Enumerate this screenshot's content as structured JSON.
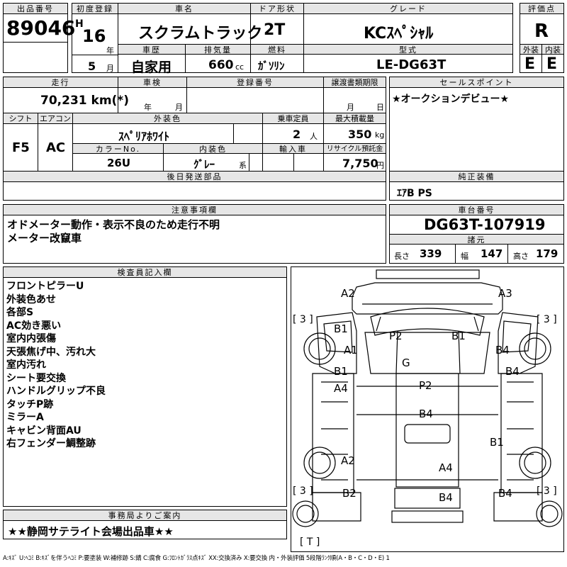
{
  "header": {
    "lot_no_label": "出品番号",
    "lot_no": "89046",
    "first_reg_label": "初度登録",
    "era": "H",
    "year": "16",
    "year_unit": "年",
    "month": "5",
    "month_unit": "月",
    "car_name_label": "車名",
    "car_name": "スクラムトラック",
    "door_label": "ドア形状",
    "door": "2T",
    "grade_label": "グレード",
    "grade": "KCｽﾍﾟｼｬﾙ",
    "score_label": "評価点",
    "score": "R",
    "history_label": "車歴",
    "history": "自家用",
    "disp_label": "排気量",
    "disp": "660",
    "disp_unit": "cc",
    "fuel_label": "燃料",
    "fuel": "ｶﾞｿﾘﾝ",
    "model_label": "型式",
    "model": "LE-DG63T",
    "ext_label": "外装",
    "ext": "E",
    "int_label": "内装",
    "int": "E"
  },
  "row2": {
    "mileage_label": "走行",
    "mileage": "70,231 km(*)",
    "inspection_label": "車検",
    "insp_year_unit": "年",
    "insp_month_unit": "月",
    "plate_label": "登録番号",
    "doc_label": "譲渡書類期限",
    "doc_month_unit": "月",
    "doc_day_unit": "日",
    "shift_label": "シフト",
    "shift": "F5",
    "ac_label": "エアコン",
    "ac": "AC",
    "color_label": "外装色",
    "color": "ｽﾍﾟﾘｱﾎﾜｲﾄ",
    "capacity_label": "乗車定員",
    "capacity": "2",
    "capacity_unit": "人",
    "load_label": "最大積載量",
    "load": "350",
    "load_unit": "kg",
    "color_no_label": "カラーNo.",
    "color_no": "26U",
    "int_color_label": "内装色",
    "int_color": "ｸﾞﾚｰ",
    "int_color_unit": "系",
    "import_label": "輸入車",
    "recycle_label": "リサイクル預託金",
    "recycle": "7,750",
    "recycle_unit": "円"
  },
  "sales_point_label": "セールスポイント",
  "sales_point": "★オークションデビュー★",
  "later_parts_label": "後日発送部品",
  "equipment_label": "純正装備",
  "equipment": "ｴｱB PS",
  "caution_label": "注意事項欄",
  "caution_lines": [
    "オドメーター動作・表示不良のため走行不明",
    "メーター改竄車"
  ],
  "chassis_label": "車台番号",
  "chassis": "DG63T-107919",
  "dims_label": "諸元",
  "len_label": "長さ",
  "len": "339",
  "width_label": "幅",
  "width": "147",
  "height_label": "高さ",
  "height": "179",
  "inspector_label": "検査員記入欄",
  "inspector_lines": [
    "フロントピラーU",
    "外装色あせ",
    "各部S",
    "AC効き悪い",
    "室内内張傷",
    "天張焦げ中、汚れ大",
    "室内汚れ",
    "シート要交換",
    "ハンドルグリップ不良",
    "タッチP跡",
    "ミラーA",
    "キャビン背面AU",
    "右フェンダー鯛整跡"
  ],
  "office_label": "事務局よりご案内",
  "office": "★★静岡サテライト会場出品車★★",
  "diagram_marks": [
    "A2",
    "A3",
    "B1",
    "P2",
    "B1",
    "A1",
    "B4",
    "G",
    "B1",
    "B4",
    "A4",
    "P2",
    "B4",
    "B1",
    "A2",
    "A4",
    "B2",
    "B4",
    "B4"
  ],
  "tire_marks": [
    "3",
    "3",
    "3",
    "3"
  ],
  "tire_spare": "T",
  "legend": "A:ｷｽﾞ U:ﾍｺﾐ B:ｷｽﾞを伴うﾍｺﾐ P:要塗装 W:補修跡 S:錆 C:腐食 G:ﾌﾛﾝﾄｶﾞﾗｽ点ｷｽﾞ XX:交換済み X:要交換  内・外装評価 5段階ﾗﾝｸ順(A・B・C・D・E) 1"
}
